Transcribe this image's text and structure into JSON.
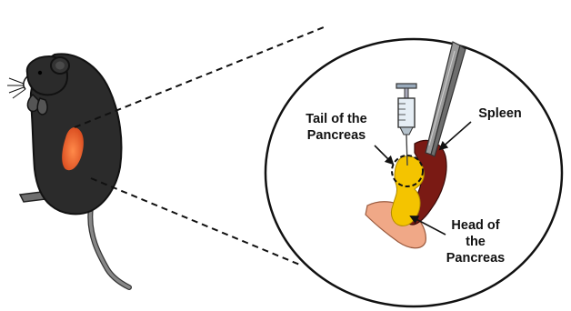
{
  "labels": {
    "tail_line1": "Tail of the",
    "tail_line2": "Pancreas",
    "spleen": "Spleen",
    "head_line1": "Head of",
    "head_line2": "the",
    "head_line3": "Pancreas"
  },
  "colors": {
    "mouse_body": "#2b2b2b",
    "mouse_outline": "#111111",
    "injection_site": "#e8632e",
    "spleen": "#7a1a14",
    "pancreas": "#f4c400",
    "duodenum": "#f0a887",
    "tweezers": "#8c8c8c",
    "syringe_barrel": "#e6eef5"
  },
  "icons": {
    "mouse": "mouse-silhouette-icon",
    "syringe": "syringe-icon",
    "tweezers": "tweezers-icon"
  }
}
